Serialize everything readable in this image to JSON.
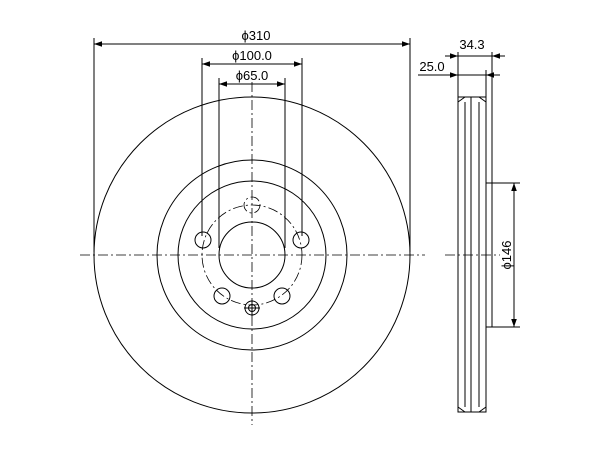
{
  "dimensions": {
    "outer_diameter": "ϕ310",
    "pcd": "ϕ100.0",
    "center_bore": "ϕ65.0",
    "total_height": "34.3",
    "disc_thickness": "25.0",
    "hat_diameter": "ϕ146"
  },
  "colors": {
    "line": "#000000",
    "background": "#ffffff"
  }
}
